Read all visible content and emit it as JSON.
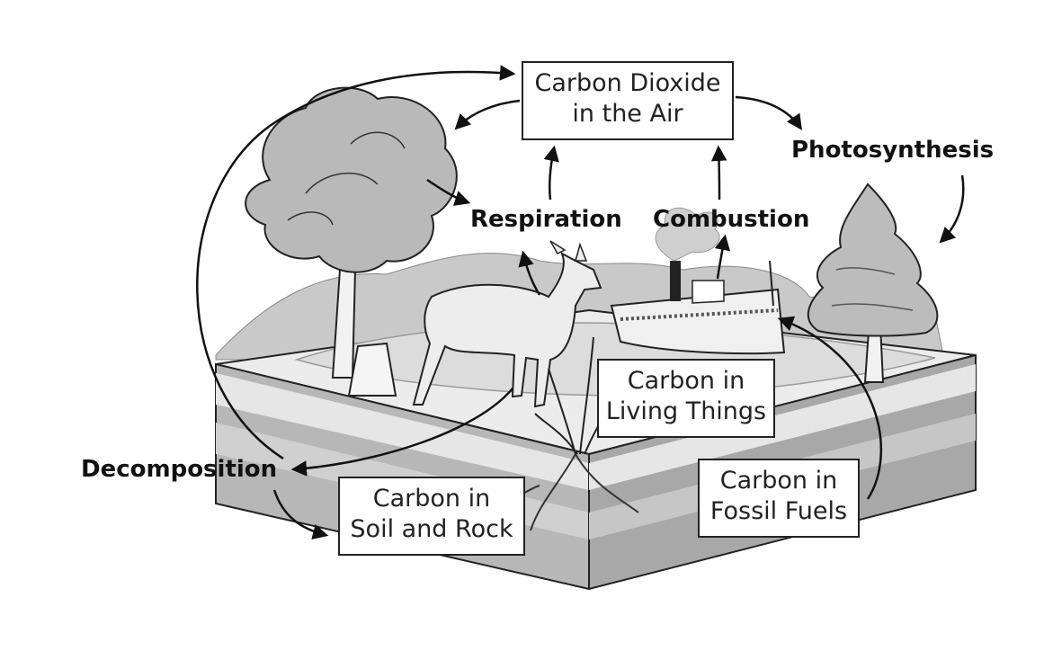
{
  "boxes": {
    "co2_line1": "Carbon Dioxide",
    "co2_line2": "in the Air",
    "living_line1": "Carbon in",
    "living_line2": "Living Things",
    "soil_line1": "Carbon in",
    "soil_line2": "Soil and Rock",
    "fossil_line1": "Carbon in",
    "fossil_line2": "Fossil Fuels"
  },
  "processes": {
    "photosynthesis": "Photosynthesis",
    "respiration": "Respiration",
    "combustion": "Combustion",
    "decomposition": "Decomposition"
  }
}
